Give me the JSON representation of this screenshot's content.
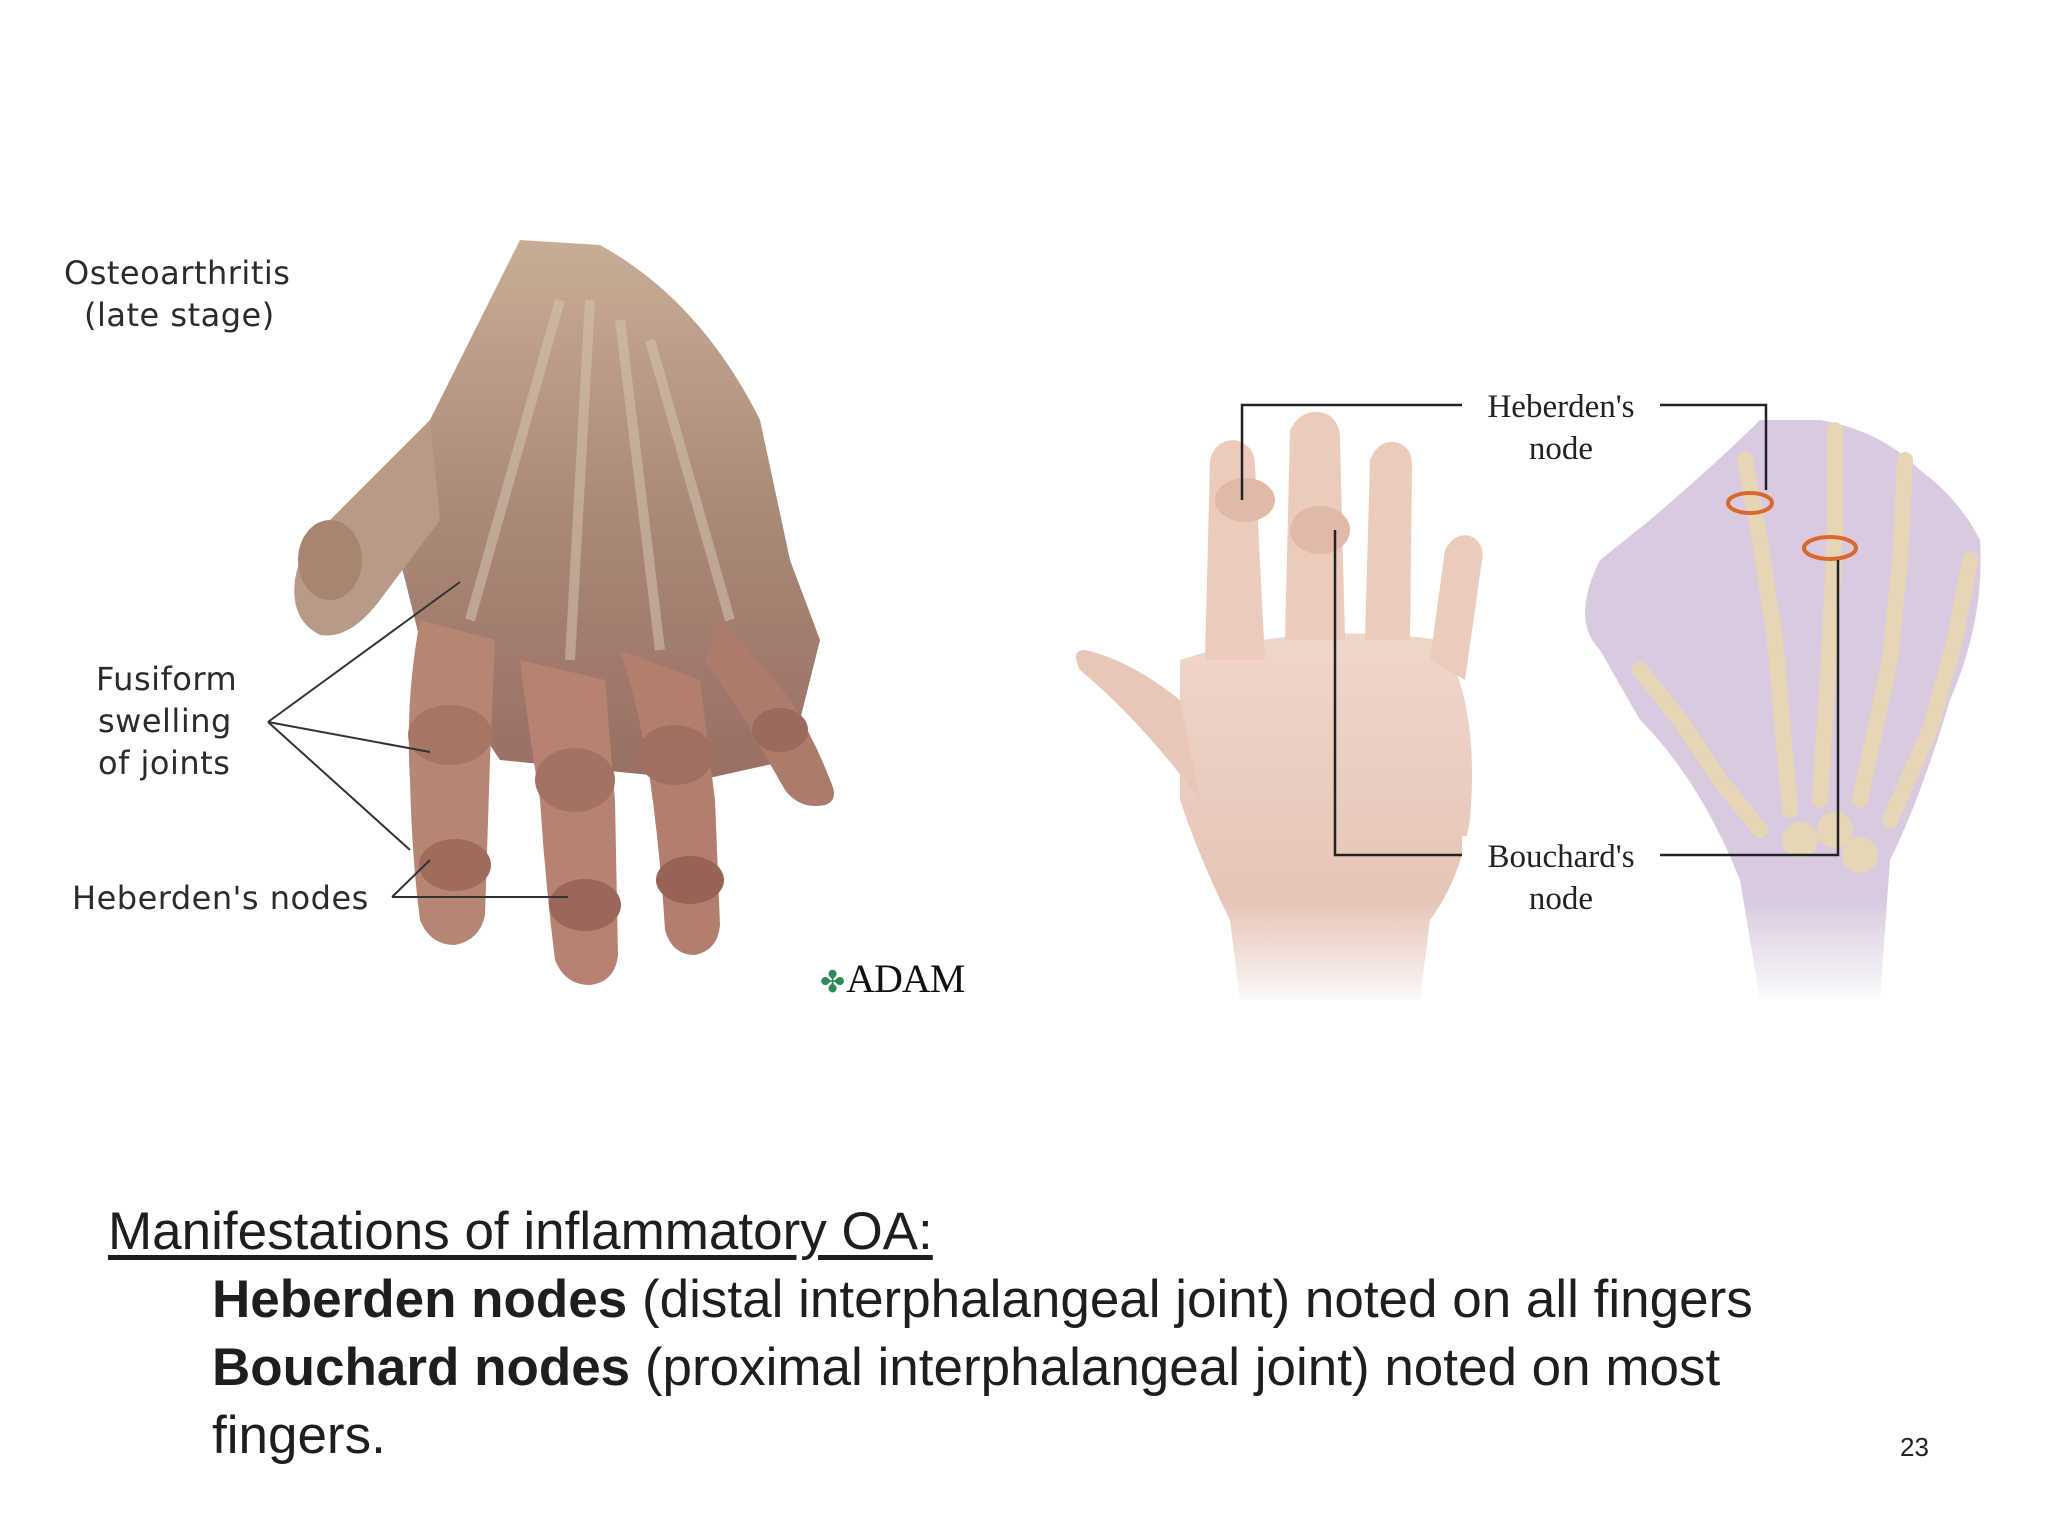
{
  "left_figure": {
    "title_line1": "Osteoarthritis",
    "title_line2": "(late stage)",
    "swelling_label_line1": "Fusiform",
    "swelling_label_line2": "swelling",
    "swelling_label_line3": "of joints",
    "nodes_label": "Heberden's nodes",
    "credit": "ADAM"
  },
  "right_figure": {
    "heberden_line1": "Heberden's",
    "heberden_line2": "node",
    "bouchard_line1": "Bouchard's",
    "bouchard_line2": "node"
  },
  "caption": {
    "heading": "Manifestations of inflammatory OA:",
    "line1_bold": "Heberden nodes",
    "line1_rest": " (distal interphalangeal joint) noted on all fingers",
    "line2_bold": "Bouchard nodes",
    "line2_rest": " (proximal interphalangeal joint) noted on most",
    "line3": "fingers."
  },
  "page_number": "23",
  "colors": {
    "skin_dark": "#b08e7a",
    "skin_light": "#ecd0c4",
    "bone": "#efe3c8",
    "xray_bg": "#d7c9dc",
    "node_highlight": "#d9692a"
  }
}
